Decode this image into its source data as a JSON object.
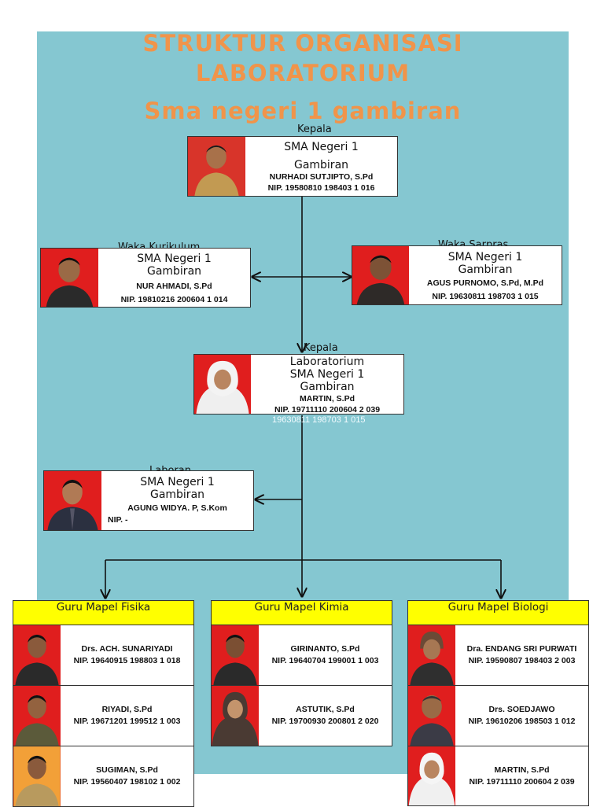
{
  "title": {
    "line1": "STRUKTUR ORGANISASI",
    "line2": "LABORATORIUM",
    "line3": "Sma negeri 1 gambiran"
  },
  "kepala": {
    "role": "Kepala",
    "org1": "SMA Negeri 1",
    "org2": "Gambiran",
    "name": "NURHADI SUTJIPTO, S.Pd",
    "nip": "NIP. 19580810 198403 1 016"
  },
  "waka_kurikulum": {
    "role": "Waka Kurikulum",
    "org1": "SMA Negeri 1",
    "org2": "Gambiran",
    "name": "NUR AHMADI, S.Pd",
    "nip": "NIP. 19810216 200604 1 014"
  },
  "waka_sarpras": {
    "role": "Waka Sarpras",
    "org1": "SMA Negeri 1",
    "org2": "Gambiran",
    "name": "AGUS PURNOMO, S.Pd, M.Pd",
    "nip": "NIP. 19630811 198703 1 015"
  },
  "kepala_lab": {
    "role1": "Kepala",
    "role2": "Laboratorium",
    "org1": "SMA Negeri 1",
    "org2": "Gambiran",
    "name": "MARTIN, S.Pd",
    "nip": "NIP. 19711110 200604 2 039",
    "ghost_nip": "19630811 198703 1 015"
  },
  "laboran": {
    "role": "Laboran",
    "org1": "SMA Negeri 1",
    "org2": "Gambiran",
    "name": "AGUNG WIDYA. P, S.Kom",
    "nip": "NIP. -"
  },
  "guru": [
    {
      "header": "Guru Mapel Fisika",
      "members": [
        {
          "name": "Drs. ACH. SUNARIYADI",
          "nip": "NIP. 19640915 198803 1 018"
        },
        {
          "name": "RIYADI, S.Pd",
          "nip": "NIP. 19671201 199512 1 003"
        },
        {
          "name": "SUGIMAN, S.Pd",
          "nip": "NIP. 19560407 198102 1 002"
        }
      ]
    },
    {
      "header": "Guru Mapel Kimia",
      "members": [
        {
          "name": "GIRINANTO, S.Pd",
          "nip": "NIP. 19640704 199001 1 003"
        },
        {
          "name": "ASTUTIK, S.Pd",
          "nip": "NIP. 19700930 200801 2 020"
        }
      ]
    },
    {
      "header": "Guru Mapel Biologi",
      "members": [
        {
          "name": "Dra. ENDANG SRI PURWATI",
          "nip": "NIP. 19590807 198403 2 003"
        },
        {
          "name": "Drs. SOEDJAWO",
          "nip": "NIP. 19610206 198503 1 012"
        },
        {
          "name": "MARTIN, S.Pd",
          "nip": "NIP. 19711110 200604 2 039"
        }
      ]
    }
  ],
  "colors": {
    "background": "#85c7d1",
    "title": "#f0944a",
    "photo_bg": "#e01e1e",
    "header_bg": "#ffff00"
  }
}
